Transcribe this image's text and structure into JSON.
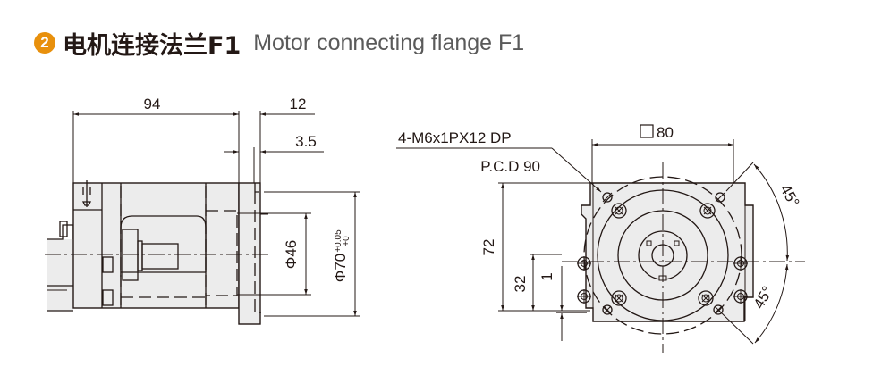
{
  "header": {
    "badge_number": "2",
    "title_cn": "电机连接法兰F1",
    "title_en": "Motor connecting flange F1",
    "badge_color": "#e8900c"
  },
  "side_view": {
    "dim_length": "94",
    "dim_flange": "12",
    "dim_step": "3.5",
    "dim_inner_dia": "Φ46",
    "dim_outer_dia": "Φ70",
    "dim_outer_tol_upper": "+0.05",
    "dim_outer_tol_lower": "+0"
  },
  "front_view": {
    "thread_note": "4-M6x1PX12 DP",
    "pcd_note": "P.C.D 90",
    "dim_square": "80",
    "dim_height": "72",
    "dim_center": "32",
    "dim_offset": "1",
    "angle_upper": "45°",
    "angle_lower": "45°"
  },
  "colors": {
    "line": "#231815",
    "fill": "#ececec"
  }
}
